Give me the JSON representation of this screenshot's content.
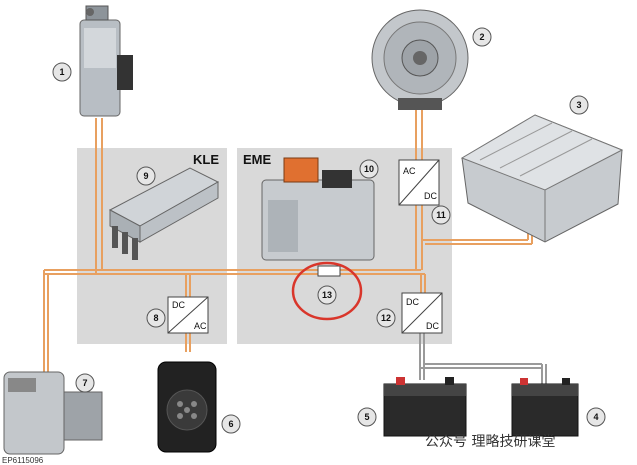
{
  "boxes": {
    "kle": {
      "title": "KLE"
    },
    "eme": {
      "title": "EME"
    }
  },
  "converters": {
    "kle_dc_ac": {
      "top": "DC",
      "bottom": "AC"
    },
    "eme_ac_dc": {
      "top": "AC",
      "bottom": "DC"
    },
    "eme_dc_dc": {
      "top": "DC",
      "bottom": "DC"
    }
  },
  "callouts": {
    "c1": "1",
    "c2": "2",
    "c3": "3",
    "c4": "4",
    "c5": "5",
    "c6": "6",
    "c7": "7",
    "c8": "8",
    "c9": "9",
    "c10": "10",
    "c11": "11",
    "c12": "12",
    "c13": "13"
  },
  "watermark": "公众号 理略技研课堂",
  "figure_code": "EP6115096",
  "colors": {
    "hv_line": "#e8a060",
    "box_fill": "#d9d9d9",
    "highlight": "#d9362b"
  }
}
